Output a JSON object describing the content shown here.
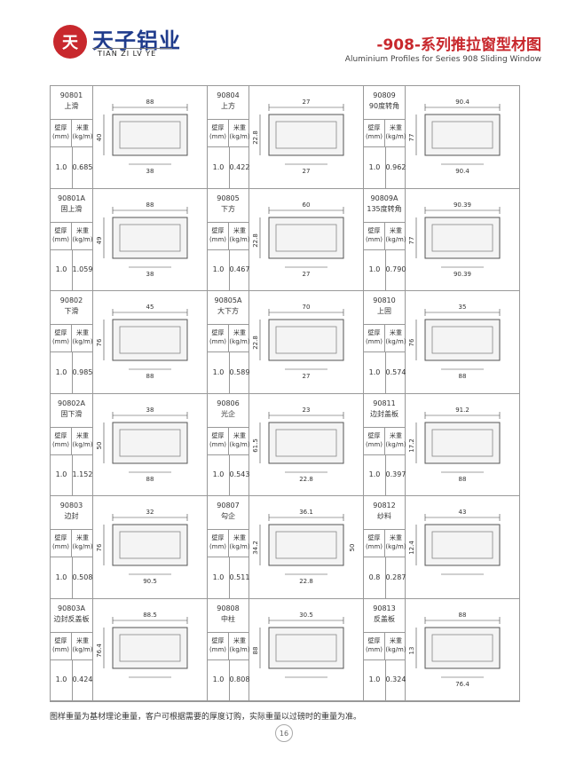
{
  "header": {
    "logo_char": "天",
    "brand_cn": "天子铝业",
    "brand_en": "TIAN ZI LV YE",
    "title_cn": "-908-系列推拉窗型材图",
    "title_en": "Aluminium Profiles for Series 908 Sliding Window"
  },
  "col_headers": {
    "wall": "壁厚\n(mm)",
    "weight": "米重\n(kg/m)"
  },
  "rows": [
    [
      {
        "code": "90801",
        "name": "上滑",
        "wall": "1.0",
        "weight": "0.685",
        "dims": [
          "88",
          "40",
          "38"
        ]
      },
      {
        "code": "90804",
        "name": "上方",
        "wall": "1.0",
        "weight": "0.422",
        "dims": [
          "27",
          "22.8",
          "27"
        ]
      },
      {
        "code": "90809",
        "name": "90度转角",
        "wall": "1.0",
        "weight": "0.962",
        "dims": [
          "90.4",
          "77",
          "90.4"
        ]
      }
    ],
    [
      {
        "code": "90801A",
        "name": "固上滑",
        "wall": "1.0",
        "weight": "1.059",
        "dims": [
          "88",
          "49",
          "38"
        ]
      },
      {
        "code": "90805",
        "name": "下方",
        "wall": "1.0",
        "weight": "0.467",
        "dims": [
          "60",
          "22.8",
          "27"
        ]
      },
      {
        "code": "90809A",
        "name": "135度转角",
        "wall": "1.0",
        "weight": "0.790",
        "dims": [
          "90.39",
          "77",
          "90.39"
        ]
      }
    ],
    [
      {
        "code": "90802",
        "name": "下滑",
        "wall": "1.0",
        "weight": "0.985",
        "dims": [
          "45",
          "76",
          "88"
        ]
      },
      {
        "code": "90805A",
        "name": "大下方",
        "wall": "1.0",
        "weight": "0.589",
        "dims": [
          "70",
          "22.8",
          "27"
        ]
      },
      {
        "code": "90810",
        "name": "上固",
        "wall": "1.0",
        "weight": "0.574",
        "dims": [
          "35",
          "76",
          "88"
        ]
      }
    ],
    [
      {
        "code": "90802A",
        "name": "固下滑",
        "wall": "1.0",
        "weight": "1.152",
        "dims": [
          "38",
          "50",
          "88"
        ]
      },
      {
        "code": "90806",
        "name": "光企",
        "wall": "1.0",
        "weight": "0.543",
        "dims": [
          "23",
          "61.5",
          "22.8"
        ]
      },
      {
        "code": "90811",
        "name": "边封盖板",
        "wall": "1.0",
        "weight": "0.397",
        "dims": [
          "91.2",
          "17.2",
          "88"
        ]
      }
    ],
    [
      {
        "code": "90803",
        "name": "边封",
        "wall": "1.0",
        "weight": "0.508",
        "dims": [
          "32",
          "76",
          "90.5"
        ]
      },
      {
        "code": "90807",
        "name": "勾企",
        "wall": "1.0",
        "weight": "0.511",
        "dims": [
          "36.1",
          "34.2",
          "22.8",
          "50"
        ]
      },
      {
        "code": "90812",
        "name": "纱料",
        "wall": "0.8",
        "weight": "0.287",
        "dims": [
          "43",
          "12.4"
        ]
      }
    ],
    [
      {
        "code": "90803A",
        "name": "边封反盖板",
        "wall": "1.0",
        "weight": "0.424",
        "dims": [
          "88.5",
          "76.4"
        ]
      },
      {
        "code": "90808",
        "name": "中柱",
        "wall": "1.0",
        "weight": "0.808",
        "dims": [
          "30.5",
          "88"
        ]
      },
      {
        "code": "90813",
        "name": "反盖板",
        "wall": "1.0",
        "weight": "0.324",
        "dims": [
          "88",
          "13",
          "76.4"
        ]
      }
    ]
  ],
  "footnote": "图样重量为基材理论重量，客户可根据需要的厚度订购，实际重量以过磅时的重量为准。",
  "page_number": "16"
}
